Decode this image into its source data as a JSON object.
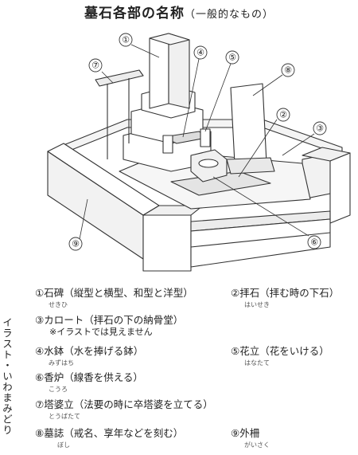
{
  "title": "墓石各部の名称",
  "subtitle": "（一般的なもの）",
  "callouts": [
    "①",
    "②",
    "③",
    "④",
    "⑤",
    "⑥",
    "⑦",
    "⑧",
    "⑨"
  ],
  "legend": {
    "item1": {
      "text": "①石碑（縦型と横型、和型と洋型）",
      "ruby": "せきひ"
    },
    "item2": {
      "text": "②拝石（拝む時の下石）",
      "ruby": "はいせき"
    },
    "item3": {
      "text": "③カロート（拝石の下の納骨堂）",
      "note": "※イラストでは見えません"
    },
    "item4": {
      "text": "④水鉢（水を捧げる鉢）",
      "ruby": "みずはち"
    },
    "item5": {
      "text": "⑤花立（花をいける）",
      "ruby": "はなたて"
    },
    "item6": {
      "text": "⑥香炉（線香を供える）",
      "ruby": "こうろ"
    },
    "item7": {
      "text": "⑦塔婆立（法要の時に卒塔婆を立てる）",
      "ruby": "とうばたて"
    },
    "item8": {
      "text": "⑧墓誌（戒名、享年などを刻む）",
      "ruby": "ぼし"
    },
    "item9": {
      "text": "⑨外柵",
      "ruby": "がいさく"
    }
  },
  "credit": "イラスト・いわまみどり"
}
